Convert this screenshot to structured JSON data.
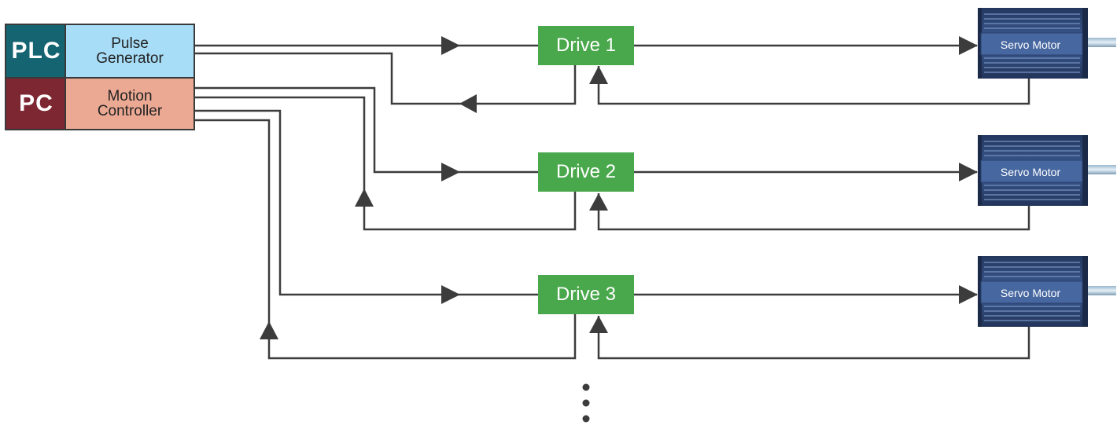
{
  "controllers": {
    "plc": {
      "label": "PLC",
      "function": [
        "Pulse",
        "Generator"
      ]
    },
    "pc": {
      "label": "PC",
      "function": [
        "Motion",
        "Controller"
      ]
    }
  },
  "drives": [
    {
      "label": "Drive 1",
      "motor": "Servo Motor"
    },
    {
      "label": "Drive 2",
      "motor": "Servo Motor"
    },
    {
      "label": "Drive 3",
      "motor": "Servo Motor"
    }
  ],
  "colors": {
    "plc_block": "#156472",
    "pulse_generator": "#a8ddf8",
    "pc_block": "#7d2733",
    "motion_controller": "#eba993",
    "drive": "#4aa84c",
    "motor_body": "#36538a",
    "line": "#3c3c3c"
  }
}
